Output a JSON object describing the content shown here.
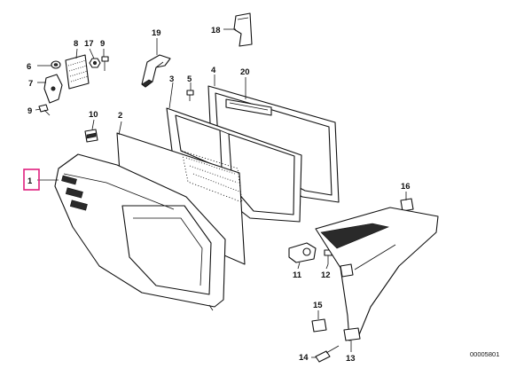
{
  "diagram": {
    "callouts": {
      "p1": "1",
      "p2": "2",
      "p3": "3",
      "p4": "4",
      "p5": "5",
      "p6": "6",
      "p7": "7",
      "p8": "8",
      "p9a": "9",
      "p9b": "9",
      "p10": "10",
      "p11": "11",
      "p12": "12",
      "p13": "13",
      "p14": "14",
      "p15": "15",
      "p16": "16",
      "p17": "17",
      "p18": "18",
      "p19": "19",
      "p20": "20"
    },
    "highlighted_callout": "1",
    "highlight_color": "#e0207e",
    "document_number": "00005801"
  }
}
